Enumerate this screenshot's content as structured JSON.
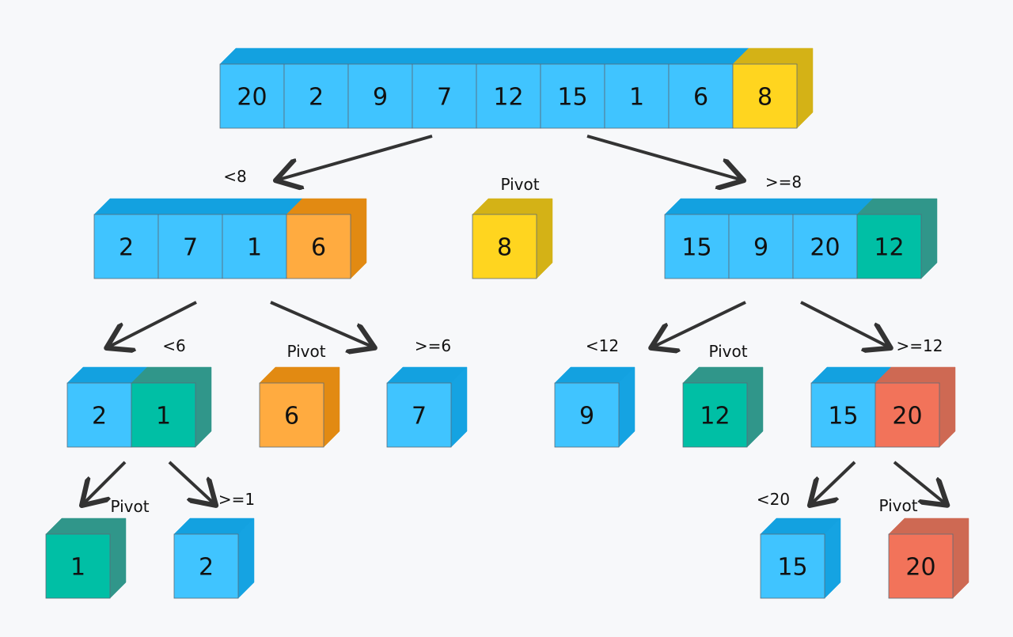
{
  "colors": {
    "blue": "#40c4ff",
    "yellow": "#ffd51f",
    "orange": "#ffab40",
    "teal": "#00bfa5",
    "red": "#f2735a",
    "arrow": "#333333",
    "background": "#f7f8fa"
  },
  "arrays": [
    {
      "name": "array-root",
      "cells": [
        {
          "v": "20",
          "c": "blue"
        },
        {
          "v": "2",
          "c": "blue"
        },
        {
          "v": "9",
          "c": "blue"
        },
        {
          "v": "7",
          "c": "blue"
        },
        {
          "v": "12",
          "c": "blue"
        },
        {
          "v": "15",
          "c": "blue"
        },
        {
          "v": "1",
          "c": "blue"
        },
        {
          "v": "6",
          "c": "blue"
        },
        {
          "v": "8",
          "c": "yellow"
        }
      ]
    },
    {
      "name": "array-less-than-8",
      "cells": [
        {
          "v": "2",
          "c": "blue"
        },
        {
          "v": "7",
          "c": "blue"
        },
        {
          "v": "1",
          "c": "blue"
        },
        {
          "v": "6",
          "c": "orange"
        }
      ]
    },
    {
      "name": "pivot-8",
      "cells": [
        {
          "v": "8",
          "c": "yellow"
        }
      ]
    },
    {
      "name": "array-greater-equal-8",
      "cells": [
        {
          "v": "15",
          "c": "blue"
        },
        {
          "v": "9",
          "c": "blue"
        },
        {
          "v": "20",
          "c": "blue"
        },
        {
          "v": "12",
          "c": "teal"
        }
      ]
    },
    {
      "name": "array-less-than-6",
      "cells": [
        {
          "v": "2",
          "c": "blue"
        },
        {
          "v": "1",
          "c": "teal"
        }
      ]
    },
    {
      "name": "pivot-6",
      "cells": [
        {
          "v": "6",
          "c": "orange"
        }
      ]
    },
    {
      "name": "array-greater-equal-6",
      "cells": [
        {
          "v": "7",
          "c": "blue"
        }
      ]
    },
    {
      "name": "array-less-than-12",
      "cells": [
        {
          "v": "9",
          "c": "blue"
        }
      ]
    },
    {
      "name": "pivot-12",
      "cells": [
        {
          "v": "12",
          "c": "teal"
        }
      ]
    },
    {
      "name": "array-greater-equal-12",
      "cells": [
        {
          "v": "15",
          "c": "blue"
        },
        {
          "v": "20",
          "c": "red"
        }
      ]
    },
    {
      "name": "pivot-1",
      "cells": [
        {
          "v": "1",
          "c": "teal"
        }
      ]
    },
    {
      "name": "array-greater-equal-1",
      "cells": [
        {
          "v": "2",
          "c": "blue"
        }
      ]
    },
    {
      "name": "array-less-than-20",
      "cells": [
        {
          "v": "15",
          "c": "blue"
        }
      ]
    },
    {
      "name": "pivot-20",
      "cells": [
        {
          "v": "20",
          "c": "red"
        }
      ]
    }
  ],
  "labels": {
    "lt8": "<8",
    "pivot_8": "Pivot",
    "ge8": ">=8",
    "lt6": "<6",
    "pivot_6": "Pivot",
    "ge6": ">=6",
    "lt12": "<12",
    "pivot_12": "Pivot",
    "ge12": ">=12",
    "pivot_1": "Pivot",
    "ge1": ">=1",
    "lt20": "<20",
    "pivot_20": "Pivot"
  }
}
